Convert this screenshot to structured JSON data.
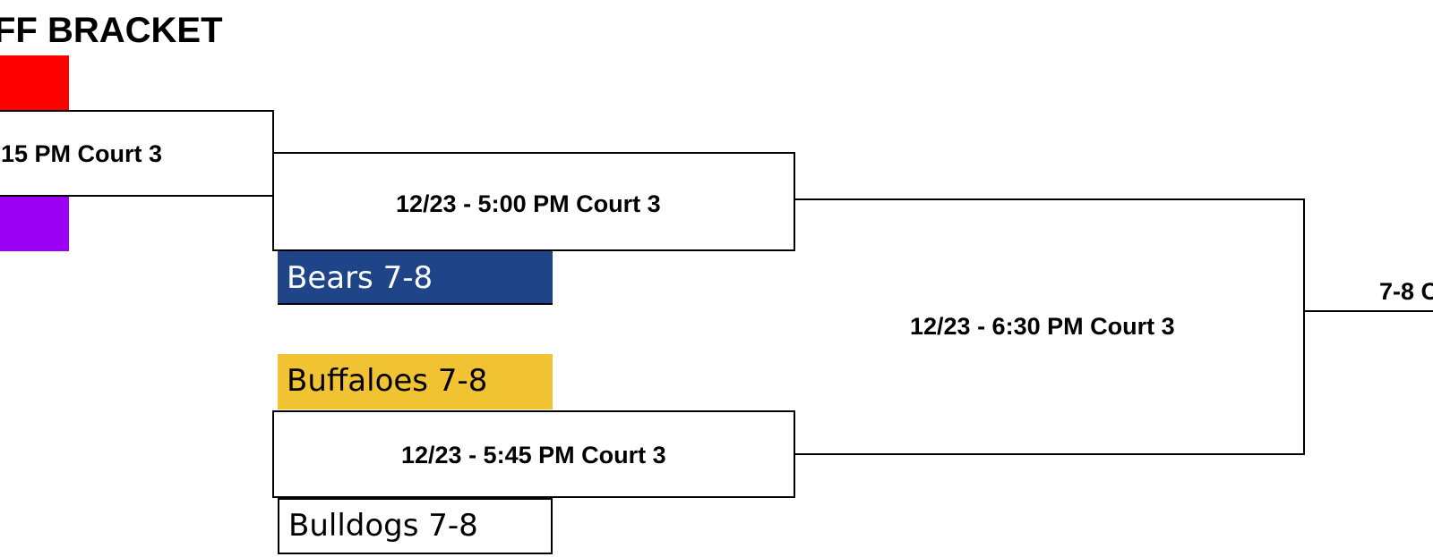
{
  "bracket": {
    "title": "FF BRACKET",
    "colors": {
      "red_slot": "#ff0000",
      "purple_slot": "#9b00f5",
      "bears": "#1f4488",
      "buffaloes": "#f1c232",
      "bulldogs": "#ffffff"
    },
    "games": {
      "game_1": "15 PM Court 3",
      "game_2": "12/23 - 5:00 PM Court 3",
      "game_3": "12/23 - 5:45 PM Court 3",
      "game_4": "12/23 - 6:30 PM Court 3",
      "game_5": "7-8 C"
    },
    "teams": {
      "bears": "Bears 7-8",
      "buffaloes": "Buffaloes 7-8",
      "bulldogs": "Bulldogs 7-8"
    }
  }
}
